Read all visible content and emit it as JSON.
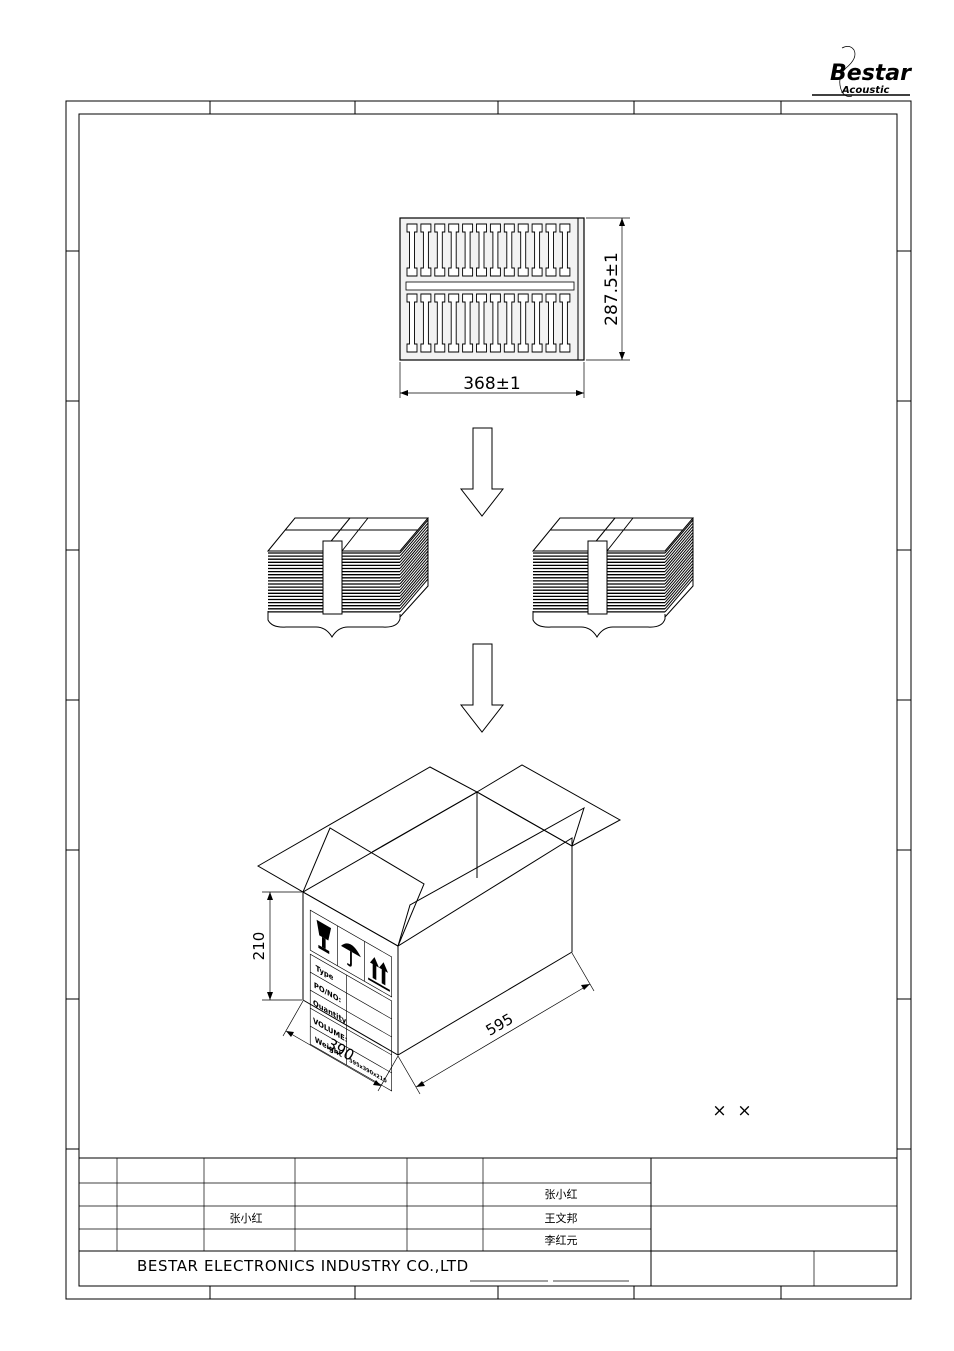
{
  "logo": {
    "brand": "Bestar",
    "sub": "Acoustic"
  },
  "tray": {
    "width_dim": "368±1",
    "height_dim": "287.5±1"
  },
  "carton": {
    "height_dim": "210",
    "depth_dim": "390",
    "length_dim": "595"
  },
  "label": {
    "rows": [
      "Type",
      "PO/NO:",
      "Quantity",
      "VOLUME:",
      "Weight"
    ],
    "size_value": "595x390x210"
  },
  "note": "×  ×",
  "title_block": {
    "person_a": "张小红",
    "person_b": "王文邦",
    "person_c": "李红元",
    "person_d": "张小红",
    "company": "BESTAR ELECTRONICS INDUSTRY CO.,LTD"
  }
}
